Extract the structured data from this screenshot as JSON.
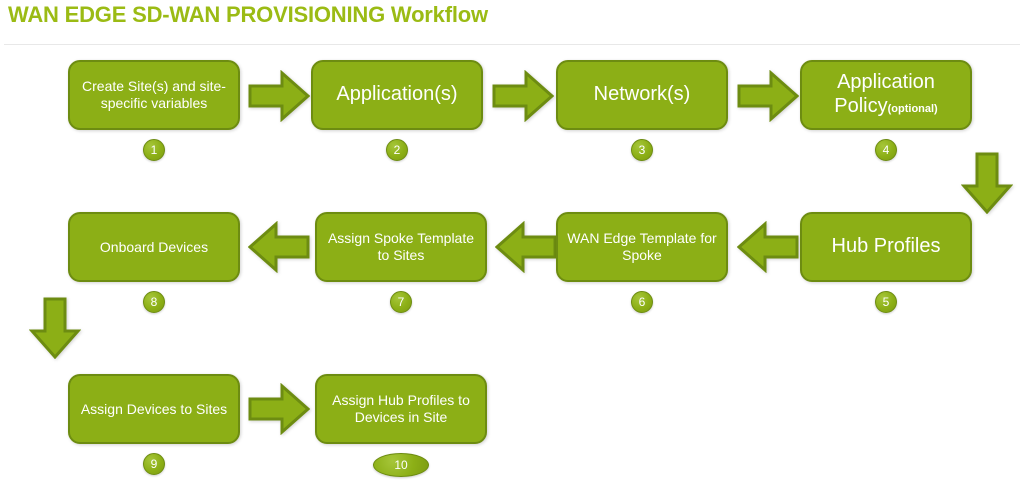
{
  "header": {
    "title": "WAN EDGE SD-WAN PROVISIONING Workflow",
    "title_color": "#9BBB14",
    "divider_color": "#e8e8e8"
  },
  "theme": {
    "node_fill": "#8CAF16",
    "node_stroke": "#6D8C11",
    "node_text": "#FFFFFF",
    "arrow_fill": "#8CAF16",
    "arrow_stroke": "#6D8C11",
    "background": "#FFFFFF"
  },
  "diagram": {
    "type": "flowchart",
    "orientation": "serpentine",
    "steps": [
      {
        "number": "1",
        "label": "Create Site(s) and site-specific variables",
        "row": 1
      },
      {
        "number": "2",
        "label": "Application(s)",
        "row": 1
      },
      {
        "number": "3",
        "label": "Network(s)",
        "row": 1
      },
      {
        "number": "4",
        "label": "Application Policy",
        "suffix": "(optional)",
        "row": 1
      },
      {
        "number": "5",
        "label": "Hub Profiles",
        "row": 2
      },
      {
        "number": "6",
        "label": "WAN Edge Template for Spoke",
        "row": 2
      },
      {
        "number": "7",
        "label": "Assign Spoke Template to Sites",
        "row": 2
      },
      {
        "number": "8",
        "label": "Onboard Devices",
        "row": 2
      },
      {
        "number": "9",
        "label": "Assign Devices to Sites",
        "row": 3
      },
      {
        "number": "10",
        "label": "Assign Hub Profiles to Devices in Site",
        "row": 3
      }
    ],
    "connectors": [
      {
        "from": "1",
        "to": "2",
        "direction": "right"
      },
      {
        "from": "2",
        "to": "3",
        "direction": "right"
      },
      {
        "from": "3",
        "to": "4",
        "direction": "right"
      },
      {
        "from": "4",
        "to": "5",
        "direction": "down"
      },
      {
        "from": "5",
        "to": "6",
        "direction": "left"
      },
      {
        "from": "6",
        "to": "7",
        "direction": "left"
      },
      {
        "from": "7",
        "to": "8",
        "direction": "left"
      },
      {
        "from": "8",
        "to": "9",
        "direction": "down"
      },
      {
        "from": "9",
        "to": "10",
        "direction": "right"
      }
    ]
  }
}
